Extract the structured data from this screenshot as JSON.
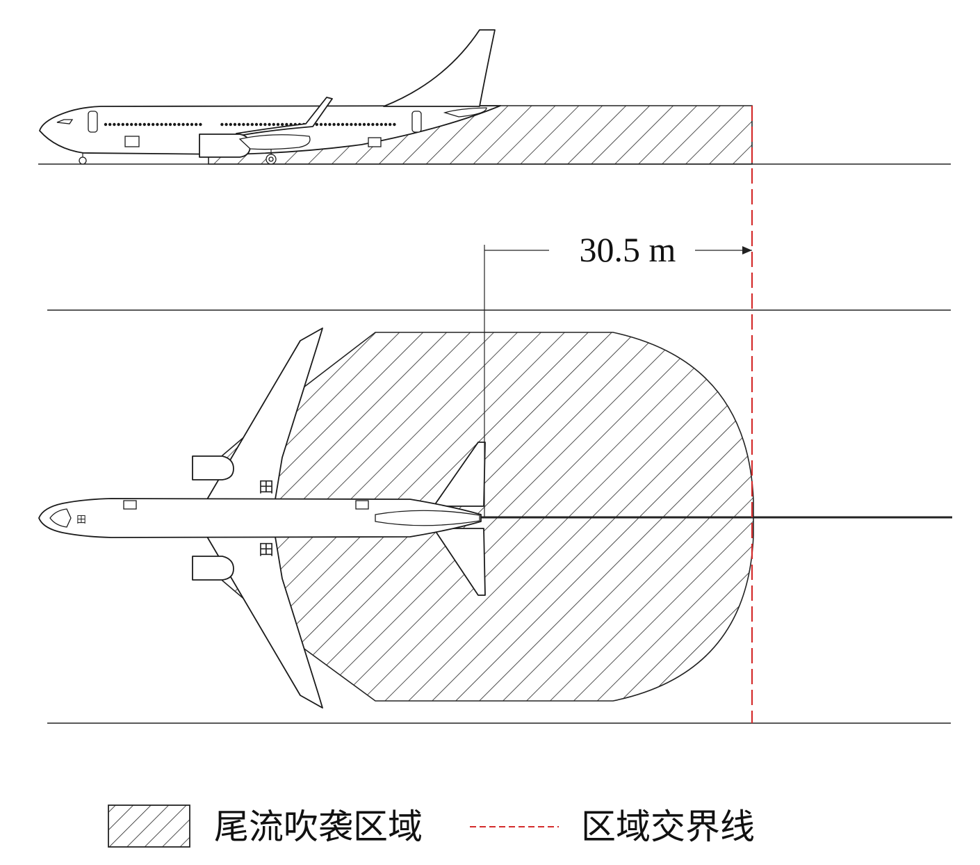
{
  "dimension": {
    "label": "30.5 m"
  },
  "legend": [
    {
      "label": "尾流吹袭区域",
      "symbol": "hatch"
    },
    {
      "label": "区域交界线",
      "symbol": "dashed-line"
    }
  ],
  "colors": {
    "boundary_line": "#d42b2b",
    "lines": "#222222",
    "background": "#ffffff"
  }
}
